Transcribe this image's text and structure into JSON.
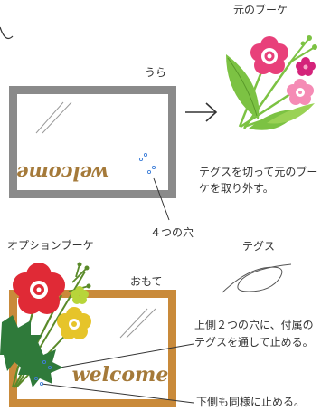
{
  "labels": {
    "original_bouquet": "元のブーケ",
    "back": "うら",
    "cut_note": "テグスを切って元のブーケを取り外す。",
    "four_holes": "４つの穴",
    "option_bouquet": "オプションブーケ",
    "tegusu": "テグス",
    "front": "おもて",
    "upper_note": "上側２つの穴に、付属のテグスを通して止める。",
    "lower_note": "下側も同様に止める。"
  },
  "frame_text": {
    "back_welcome": "welcome",
    "front_welcome": "welcome"
  },
  "colors": {
    "back_frame": "#8a8a8a",
    "front_frame": "#c98a3a",
    "welcome_text": "#a57a3a",
    "leaf_green": "#7cc243",
    "holly_green": "#2f7a3a",
    "pink": "#e8407a",
    "magenta": "#d4237a",
    "light_pink": "#f58bb5",
    "red": "#e02a36",
    "yellow": "#e6c42a",
    "lime": "#b7d53a",
    "hole_blue": "#3f7fd9"
  },
  "icons": {
    "arrow": "right-arrow-icon",
    "tegusu": "tegusu-loop-icon"
  }
}
